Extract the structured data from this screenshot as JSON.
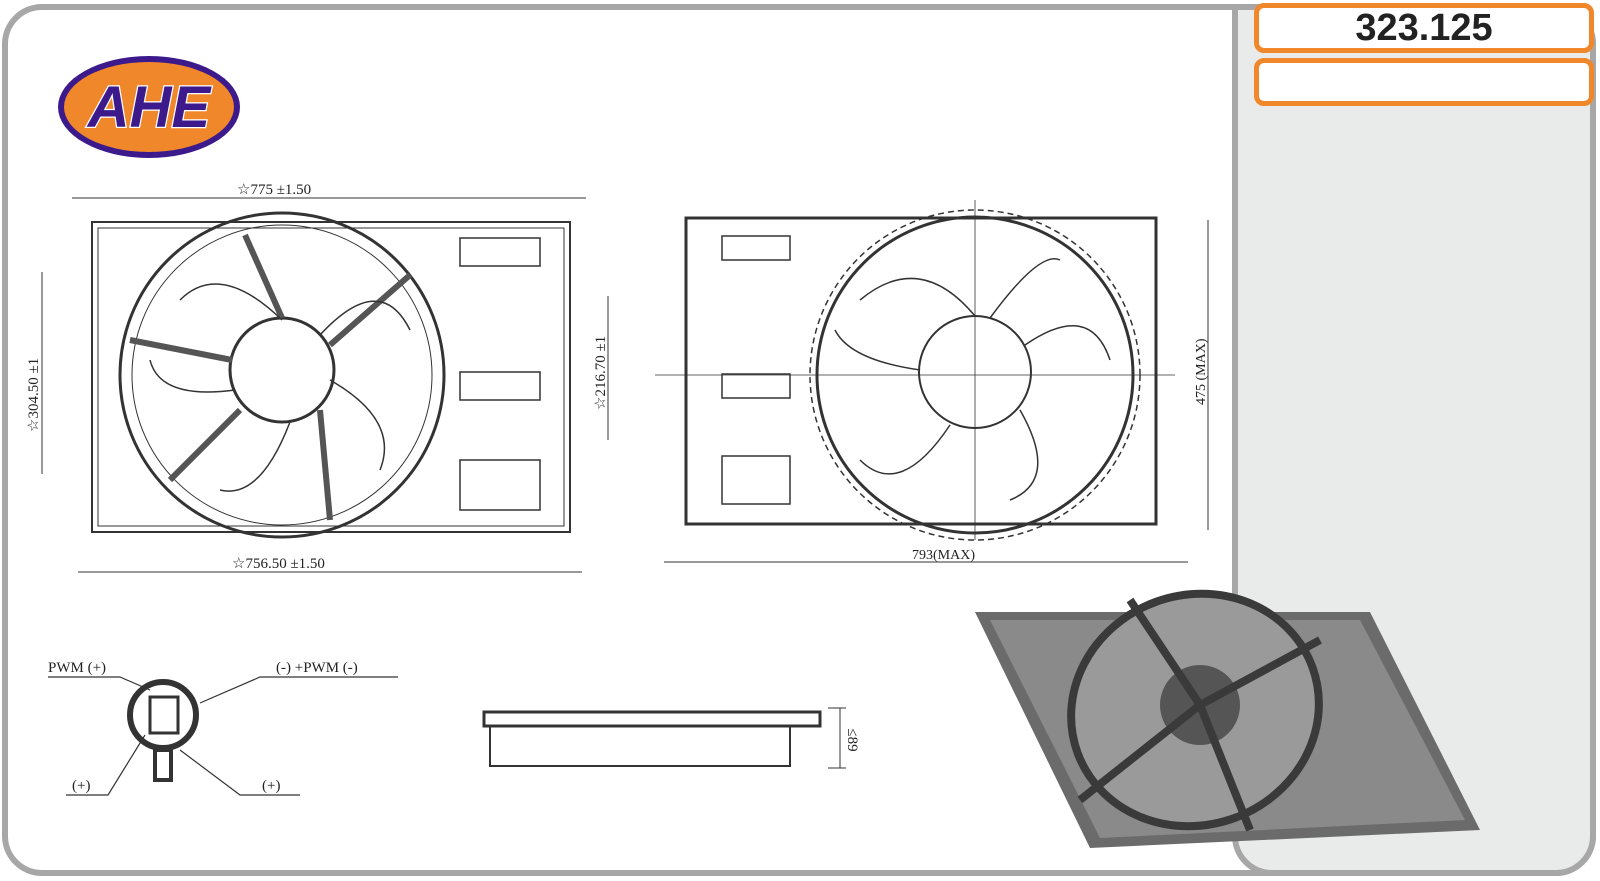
{
  "part_number": "323.125",
  "secondary_box": "",
  "logo": {
    "text": "AHE",
    "fill": "#f0872a",
    "stroke": "#3c1a8c"
  },
  "accent_color": "#f0872a",
  "front_view": {
    "top_width": "☆775  ±1.50",
    "bottom_width": "☆756.50  ±1.50",
    "left_height": "☆304.50  ±1",
    "right_height": "☆216.70  ±1"
  },
  "rear_view": {
    "width": "793(MAX)",
    "height": "475 (MAX)"
  },
  "connector": {
    "pin_top_left": "PWM (+)",
    "pin_top_right": "(-) +PWM (-)",
    "pin_bottom_left": "(+)",
    "pin_bottom_right": "(+)"
  },
  "side_view": {
    "depth": "≤89"
  }
}
